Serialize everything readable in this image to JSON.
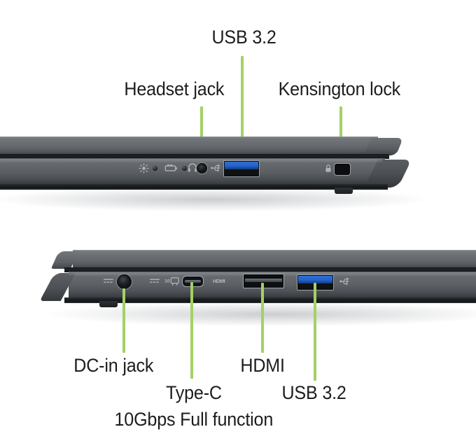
{
  "page": {
    "background": "#ffffff",
    "accent_green": "#a3d165",
    "text_color": "#1d1d1b",
    "usb_blue": "#2463c8"
  },
  "top_view": {
    "name": "laptop-right-side-view",
    "labels": [
      {
        "text": "USB 3.2",
        "name": "label-usb-32-top"
      },
      {
        "text": "Headset jack",
        "name": "label-headset-jack"
      },
      {
        "text": "Kensington lock",
        "name": "label-kensington-lock"
      }
    ],
    "ports": [
      {
        "name": "power-indicator-led",
        "type": "led"
      },
      {
        "name": "battery-indicator-led",
        "type": "led"
      },
      {
        "name": "headset-jack-port",
        "type": "audio-jack"
      },
      {
        "name": "usb-a-port-top",
        "type": "usb-a"
      },
      {
        "name": "kensington-lock-slot",
        "type": "lock-slot"
      }
    ],
    "icons": [
      "power-indicator-icon",
      "battery-indicator-icon",
      "headset-icon",
      "usb-trident-icon",
      "kensington-lock-icon"
    ]
  },
  "bottom_view": {
    "name": "laptop-left-side-view",
    "labels": [
      {
        "text": "DC-in jack",
        "name": "label-dc-in-jack"
      },
      {
        "text": "HDMI",
        "name": "label-hdmi"
      },
      {
        "text": "Type-C",
        "name": "label-type-c"
      },
      {
        "text": "USB 3.2",
        "name": "label-usb-32-bottom"
      },
      {
        "text": "10Gbps Full function",
        "name": "label-10gbps-full-function"
      }
    ],
    "ports": [
      {
        "name": "dc-in-jack-port",
        "type": "dc-jack"
      },
      {
        "name": "type-c-port",
        "type": "usb-c"
      },
      {
        "name": "hdmi-port",
        "type": "hdmi"
      },
      {
        "name": "usb-a-port-bottom",
        "type": "usb-a"
      }
    ],
    "icons": [
      "dc-in-icon",
      "dc-in-icon-secondary",
      "usb-c-displayport-icon",
      "hdmi-wordmark-icon",
      "usb-trident-icon"
    ]
  }
}
